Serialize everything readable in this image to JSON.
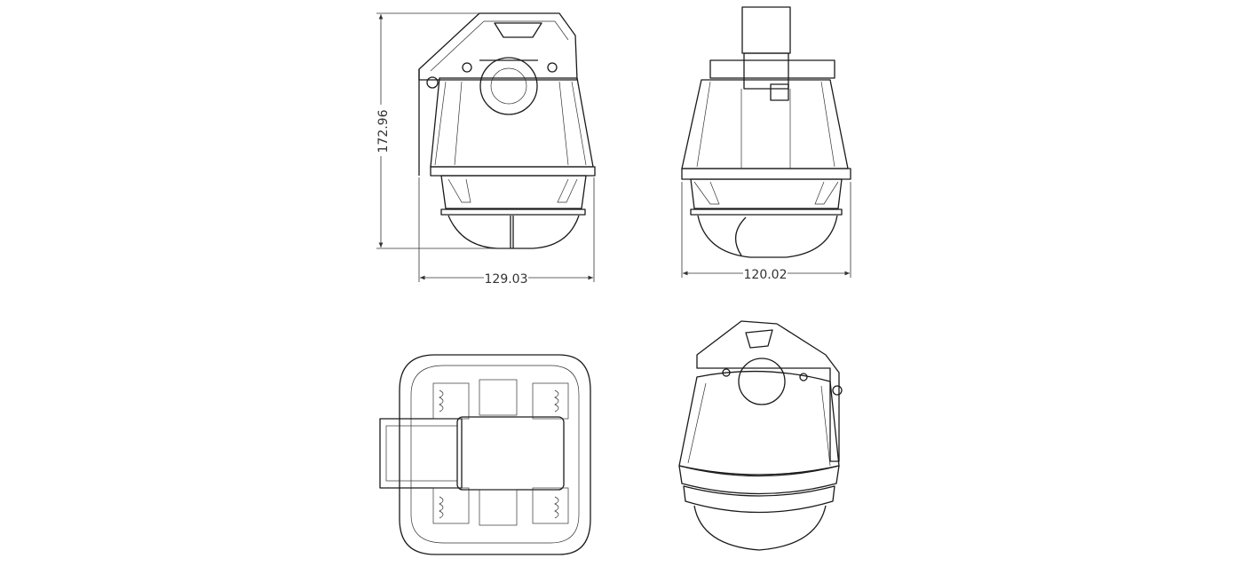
{
  "drawing": {
    "views": [
      "side-view",
      "front-view",
      "top-view",
      "isometric-view"
    ],
    "dimensions": {
      "height": "172.96",
      "side_width": "129.03",
      "front_width": "120.02"
    },
    "line_color": "#1a1a1a",
    "background": "#ffffff"
  }
}
